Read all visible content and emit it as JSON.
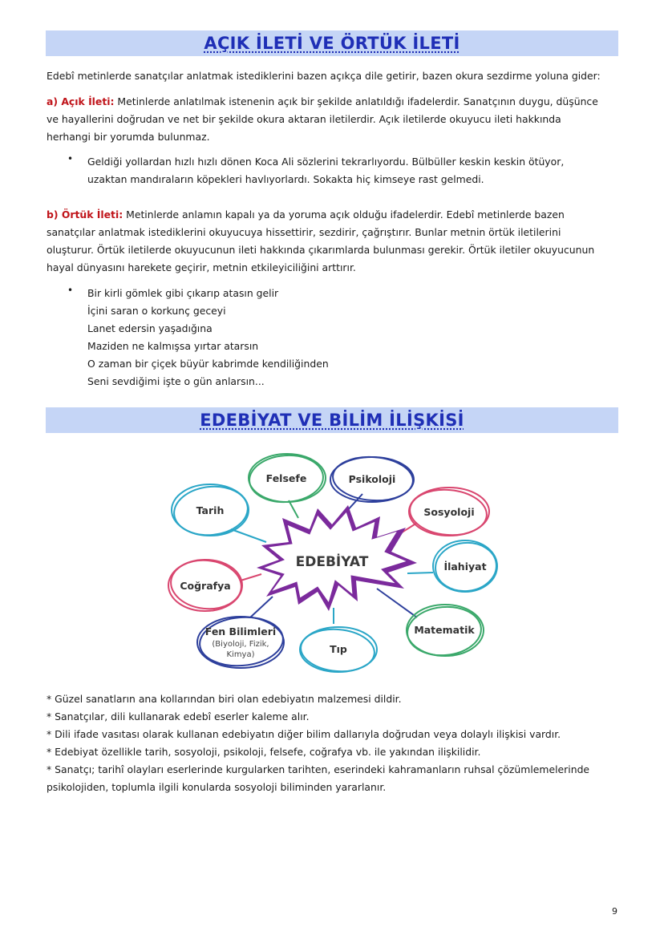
{
  "section1": {
    "title": "AÇIK İLETİ VE ÖRTÜK İLETİ",
    "intro": "Edebî metinlerde sanatçılar anlatmak istediklerini bazen açıkça dile getirir, bazen okura sezdirme yoluna gider:",
    "acik": {
      "label": "a) Açık İleti:",
      "lines": [
        " Metinlerde anlatılmak istenenin açık bir şekilde anlatıldığı ifadelerdir. Sanatçının duygu, düşünce",
        "ve hayallerini doğrudan ve net bir şekilde okura aktaran iletilerdir. Açık iletilerde okuyucu ileti hakkında",
        "herhangi bir yorumda bulunmaz."
      ],
      "example_lines": [
        "Geldiği yollardan hızlı hızlı dönen Koca Ali sözlerini tekrarlıyordu. Bülbüller keskin keskin ötüyor,",
        "uzaktan mandıraların köpekleri havlıyorlardı. Sokakta hiç kimseye rast gelmedi."
      ]
    },
    "ortuk": {
      "label": "b) Örtük İleti:",
      "lines": [
        " Metinlerde anlamın kapalı ya da yoruma açık olduğu ifadelerdir. Edebî metinlerde bazen",
        "sanatçılar anlatmak istediklerini okuyucuya hissettirir, sezdirir, çağrıştırır. Bunlar metnin örtük iletilerini",
        "oluşturur. Örtük iletilerde okuyucunun ileti hakkında çıkarımlarda bulunması gerekir. Örtük iletiler okuyucunun",
        "hayal dünyasını harekete geçirir, metnin etkileyiciliğini arttırır."
      ],
      "poem_lines": [
        "Bir kirli gömlek gibi çıkarıp atasın gelir",
        "İçini saran o korkunç geceyi",
        "Lanet edersin yaşadığına",
        "Maziden ne kalmışsa yırtar atarsın",
        "O zaman bir çiçek büyür kabrimde kendiliğinden",
        "Seni sevdiğimi işte o gün anlarsın..."
      ]
    },
    "bullet": "•"
  },
  "section2": {
    "title": "EDEBİYAT VE BİLİM İLİŞKİSİ",
    "diagram": {
      "center": "EDEBİYAT",
      "nodes": {
        "felsefe": "Felsefe",
        "psikoloji": "Psikoloji",
        "tarih": "Tarih",
        "sosyoloji": "Sosyoloji",
        "ilahiyat": "İlahiyat",
        "cografya": "Coğrafya",
        "matematik": "Matematik",
        "fen": "Fen Bilimleri",
        "fen_sub1": "(Biyoloji, Fizik,",
        "fen_sub2": "Kimya)",
        "tip": "Tıp"
      },
      "colors": {
        "green": "#3aa86a",
        "blue": "#2d3f9c",
        "teal": "#2aa6c7",
        "pink": "#d9466f",
        "purple": "#7b2a9c"
      }
    },
    "notes": [
      "* Güzel sanatların ana kollarından biri olan edebiyatın malzemesi dildir.",
      "* Sanatçılar, dili kullanarak edebî eserler kaleme alır.",
      "* Dili ifade vasıtası olarak kullanan edebiyatın diğer bilim dallarıyla doğrudan veya dolaylı ilişkisi vardır.",
      "* Edebiyat özellikle tarih, sosyoloji, psikoloji, felsefe, coğrafya vb. ile yakından ilişkilidir.",
      "* Sanatçı; tarihî olayları eserlerinde kurgularken tarihten, eserindeki kahramanların ruhsal çözümlemelerinde",
      "psikolojiden, toplumla ilgili konularda sosyoloji biliminden yararlanır."
    ]
  },
  "page_number": "9"
}
